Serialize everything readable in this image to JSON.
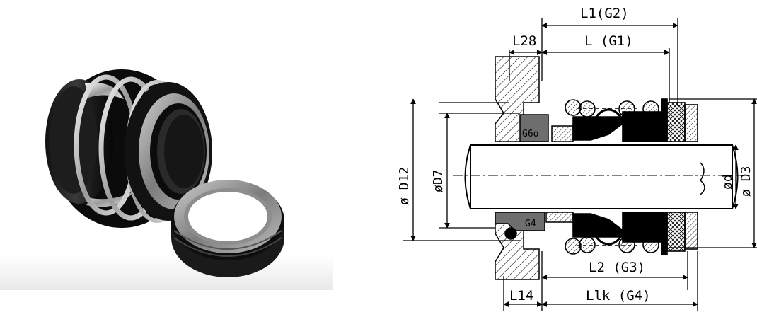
{
  "photo": {
    "description_icon": "mechanical-seal-photo"
  },
  "drawing": {
    "labels": {
      "l1_g2": "L1(G2)",
      "l_g1": "L (G1)",
      "l28": "L28",
      "l2_g3": "L2 (G3)",
      "llk_g4": "Llk (G4)",
      "l14": "L14",
      "d12": "ø D12",
      "d7": "øD7",
      "d": "ød",
      "d3": "ø D3",
      "g6o": "G6o",
      "g4": "G4"
    },
    "colors": {
      "line": "#000000",
      "hatch": "#000000",
      "dark_part": "#6e6e6e",
      "light_part": "#d9d9d9",
      "shaft": "#ffffff"
    }
  }
}
